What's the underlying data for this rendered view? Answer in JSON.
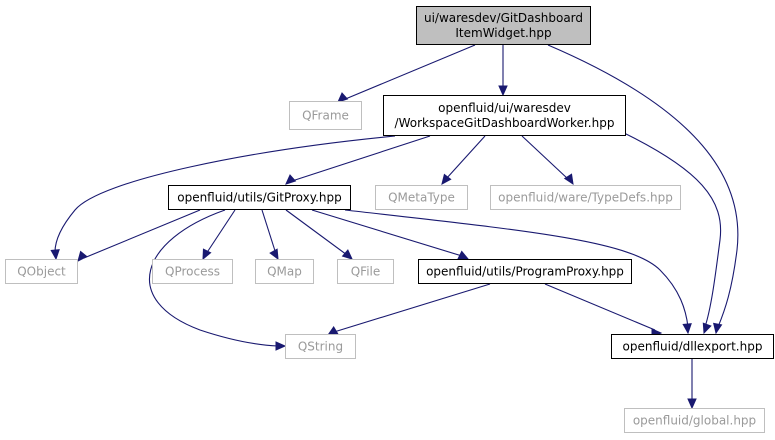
{
  "diagram": {
    "nodes": [
      {
        "id": "n_root",
        "lines": [
          "ui/waresdev/GitDashboard",
          "ItemWidget.hpp"
        ],
        "style": "root"
      },
      {
        "id": "n_qframe",
        "lines": [
          "QFrame"
        ],
        "style": "ext"
      },
      {
        "id": "n_worker",
        "lines": [
          "openfluid/ui/waresdev",
          "/WorkspaceGitDashboardWorker.hpp"
        ],
        "style": "solid"
      },
      {
        "id": "n_gitproxy",
        "lines": [
          "openfluid/utils/GitProxy.hpp"
        ],
        "style": "solid"
      },
      {
        "id": "n_qmetatype",
        "lines": [
          "QMetaType"
        ],
        "style": "ext"
      },
      {
        "id": "n_typedefs",
        "lines": [
          "openfluid/ware/TypeDefs.hpp"
        ],
        "style": "ext"
      },
      {
        "id": "n_qobject",
        "lines": [
          "QObject"
        ],
        "style": "ext"
      },
      {
        "id": "n_qprocess",
        "lines": [
          "QProcess"
        ],
        "style": "ext"
      },
      {
        "id": "n_qmap",
        "lines": [
          "QMap"
        ],
        "style": "ext"
      },
      {
        "id": "n_qfile",
        "lines": [
          "QFile"
        ],
        "style": "ext"
      },
      {
        "id": "n_programproxy",
        "lines": [
          "openfluid/utils/ProgramProxy.hpp"
        ],
        "style": "solid"
      },
      {
        "id": "n_qstring",
        "lines": [
          "QString"
        ],
        "style": "ext"
      },
      {
        "id": "n_dllexport",
        "lines": [
          "openfluid/dllexport.hpp"
        ],
        "style": "solid"
      },
      {
        "id": "n_global",
        "lines": [
          "openfluid/global.hpp"
        ],
        "style": "ext"
      }
    ],
    "edges": [
      {
        "from": "n_root",
        "to": "n_qframe"
      },
      {
        "from": "n_root",
        "to": "n_worker"
      },
      {
        "from": "n_root",
        "to": "n_dllexport"
      },
      {
        "from": "n_worker",
        "to": "n_qobject"
      },
      {
        "from": "n_worker",
        "to": "n_gitproxy"
      },
      {
        "from": "n_worker",
        "to": "n_qmetatype"
      },
      {
        "from": "n_worker",
        "to": "n_typedefs"
      },
      {
        "from": "n_worker",
        "to": "n_dllexport"
      },
      {
        "from": "n_gitproxy",
        "to": "n_qobject"
      },
      {
        "from": "n_gitproxy",
        "to": "n_qprocess"
      },
      {
        "from": "n_gitproxy",
        "to": "n_qmap"
      },
      {
        "from": "n_gitproxy",
        "to": "n_qfile"
      },
      {
        "from": "n_gitproxy",
        "to": "n_programproxy"
      },
      {
        "from": "n_gitproxy",
        "to": "n_qstring"
      },
      {
        "from": "n_gitproxy",
        "to": "n_dllexport"
      },
      {
        "from": "n_programproxy",
        "to": "n_qstring"
      },
      {
        "from": "n_programproxy",
        "to": "n_dllexport"
      },
      {
        "from": "n_dllexport",
        "to": "n_global"
      }
    ],
    "colors": {
      "edge": "#191970",
      "root_fill": "#bfbfbf",
      "solid_border": "#000000",
      "external_border": "#bfbfbf",
      "external_text": "#9a9a9a"
    }
  }
}
